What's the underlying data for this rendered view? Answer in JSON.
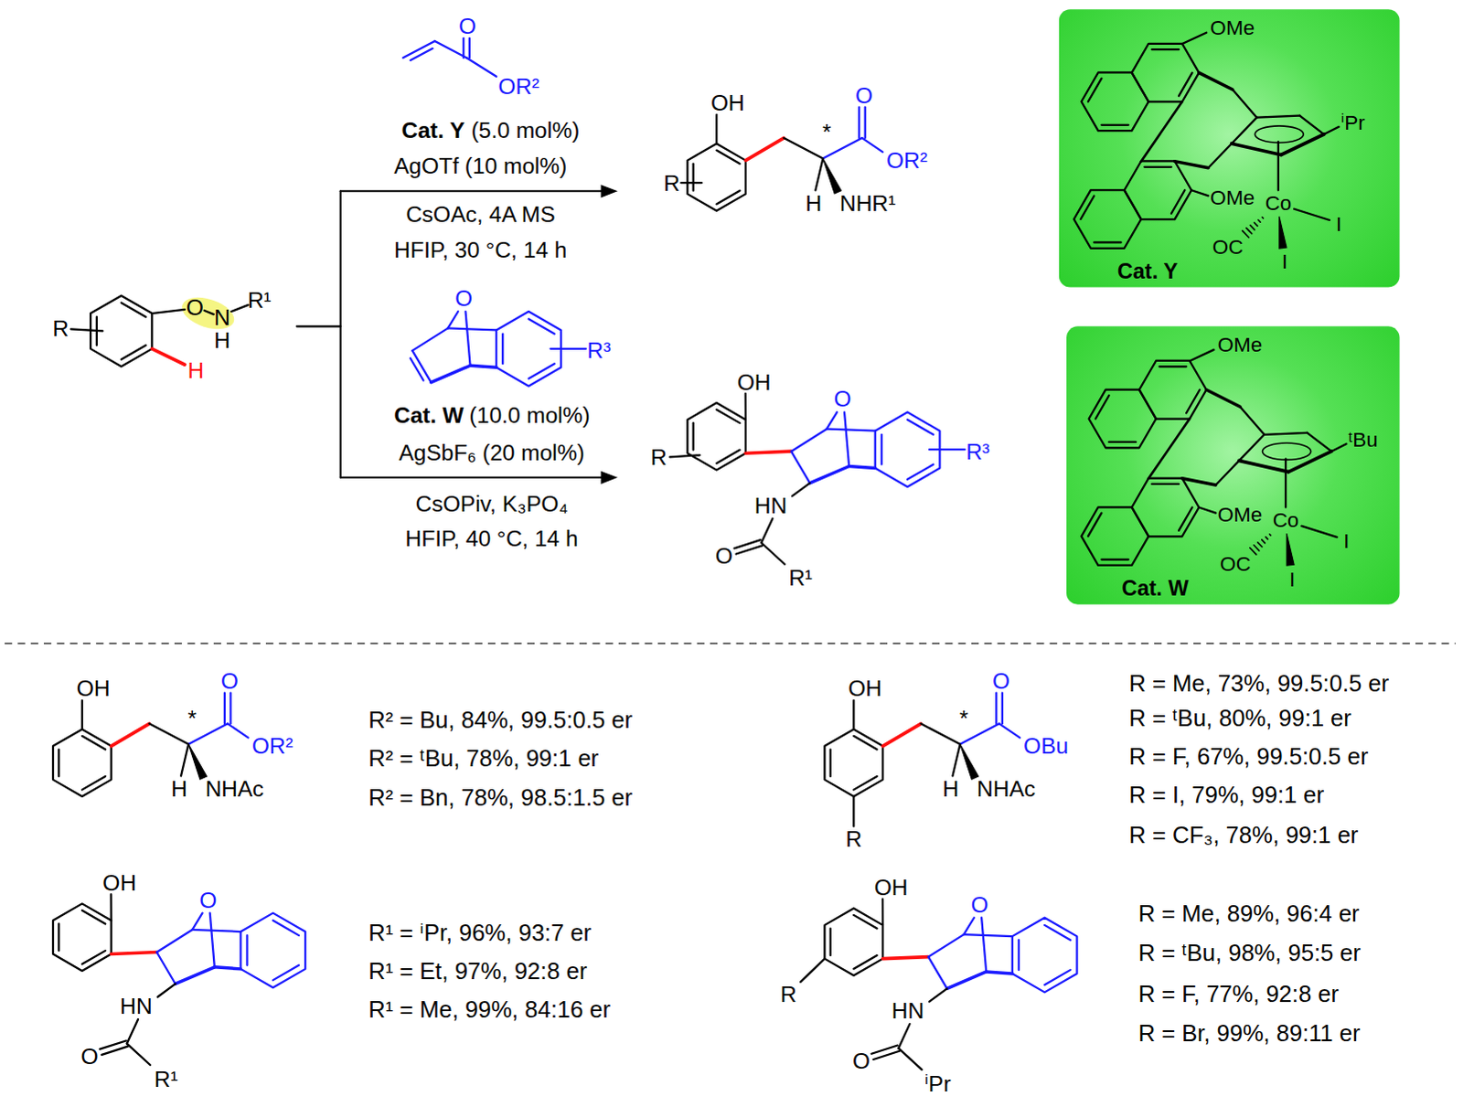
{
  "diagram": {
    "nodes": [
      {
        "text": [
          "OMe",
          "ⁱPr",
          "OMe",
          "Co",
          "I",
          "OC",
          "Cat. Y",
          "I"
        ]
      },
      {
        "text": [
          "OMe",
          "ᵗBu",
          "OMe",
          "Co",
          "I",
          "OC",
          "Cat. W",
          "I"
        ]
      }
    ],
    "labels": [
      "R",
      "O",
      "N",
      "R¹",
      "H",
      "H",
      "O",
      "OR²",
      "Cat. Y",
      "(5.0 mol%)",
      "AgOTf (10 mol%)",
      "CsOAc, 4A MS",
      "HFIP, 30 °C, 14 h",
      "OH",
      "*",
      "O",
      "R",
      "OR²",
      "H",
      "NHR¹",
      "O",
      "R³",
      "Cat. W",
      "(10.0 mol%)",
      "AgSbF₆ (20 mol%)",
      "CsOPiv, K₃PO₄",
      "HFIP, 40 °C, 14 h",
      "OH",
      "O",
      "R",
      "R³",
      "HN",
      "O",
      "R¹",
      "OH",
      "*",
      "O",
      "OR²",
      "H",
      "NHAc",
      "R² = Bu, 84%, 99.5:0.5 er",
      "R² = ᵗBu, 78%, 99:1 er",
      "R² = Bn, 78%, 98.5:1.5 er",
      "OH",
      "*",
      "O",
      "OBu",
      "H",
      "NHAc",
      "R",
      "R = Me, 73%, 99.5:0.5 er",
      "R = ᵗBu, 80%, 99:1 er",
      "R = F, 67%, 99.5:0.5 er",
      "R = I, 79%, 99:1 er",
      "R = CF₃, 78%, 99:1 er",
      "OH",
      "O",
      "HN",
      "O",
      "R¹",
      "R¹ = ⁱPr, 96%, 93:7 er",
      "R¹ = Et, 97%, 92:8 er",
      "R¹ = Me, 99%, 84:16 er",
      "OH",
      "O",
      "R",
      "HN",
      "O",
      "ⁱPr",
      "R = Me, 89%, 96:4 er",
      "R = ᵗBu, 98%, 95:5 er",
      "R = F, 77%, 92:8 er",
      "R = Br, 99%, 89:11 er"
    ]
  }
}
